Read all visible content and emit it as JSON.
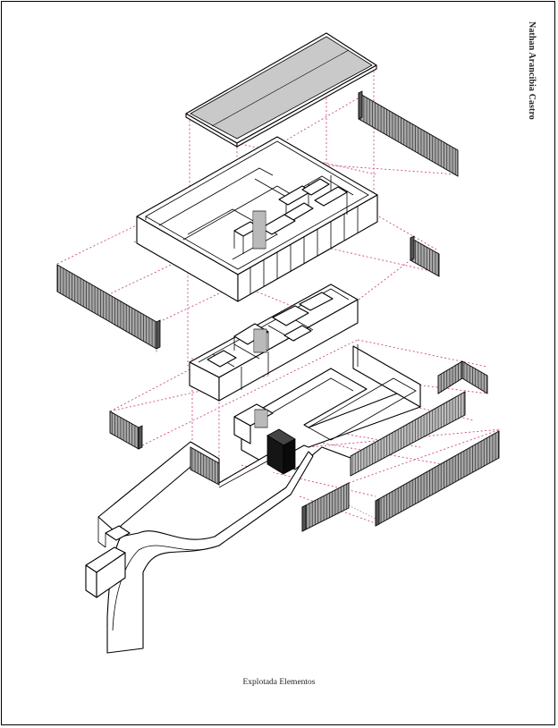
{
  "author": "Nathan Arancibia Castro",
  "caption": "Explotada Elementos",
  "colors": {
    "guides": "#c8327f",
    "panels": "#9d9d9d",
    "roof": "#c9c9c9",
    "solid": "#111111"
  },
  "components": [
    "roof-slab",
    "upper-floor-shell",
    "upper-facade-panels",
    "middle-floor-core",
    "middle-facade-panels",
    "ground-floor-plate",
    "ground-facade-panels",
    "access-ramp",
    "feature-block"
  ]
}
